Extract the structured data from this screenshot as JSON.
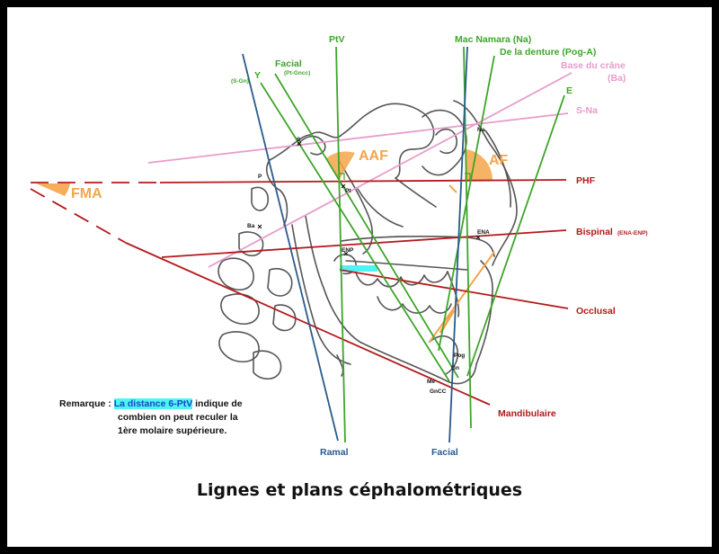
{
  "title": "Lignes et plans céphalométriques",
  "note": {
    "prefix": "Remarque :",
    "highlight": "La distance 6-PtV",
    "line1_rest": " indique de",
    "line2": "combien on peut reculer la",
    "line3": "1ère molaire supérieure."
  },
  "lines": {
    "ptv": "PtV",
    "mac_namara": "Mac Namara (Na)",
    "denture": "De la denture (Pog-A)",
    "base_crane": "Base du crâne",
    "base_crane_sub": "(Ba)",
    "e": "E",
    "sna": "S-Na",
    "phf": "PHF",
    "bispinal": "Bispinal",
    "bispinal_sub": "(ENA-ENP)",
    "occlusal": "Occlusal",
    "mandibulaire": "Mandibulaire",
    "ramal": "Ramal",
    "facial_bottom": "Facial",
    "facial_top": "Facial",
    "facial_top_sub": "(Pt-Gncc)",
    "y": "Y",
    "y_sub": "(S-Gn)"
  },
  "angles": {
    "aaf": "AAF",
    "af": "AF",
    "fma": "FMA"
  },
  "points": {
    "s": "S",
    "p": "P",
    "ba": "Ba",
    "pt": "Pt",
    "na": "Na",
    "ena": "ENA",
    "enp": "ENP",
    "pog": "Pog",
    "gn": "Gn",
    "me": "Me",
    "gncc": "GnCC"
  },
  "colors": {
    "green": "#3ea52a",
    "red": "#b3191c",
    "pink": "#e89ccb",
    "blue": "#2a5b8c",
    "orange": "#f5a54a",
    "cyan": "#4ef4f4",
    "skull": "#555555"
  }
}
